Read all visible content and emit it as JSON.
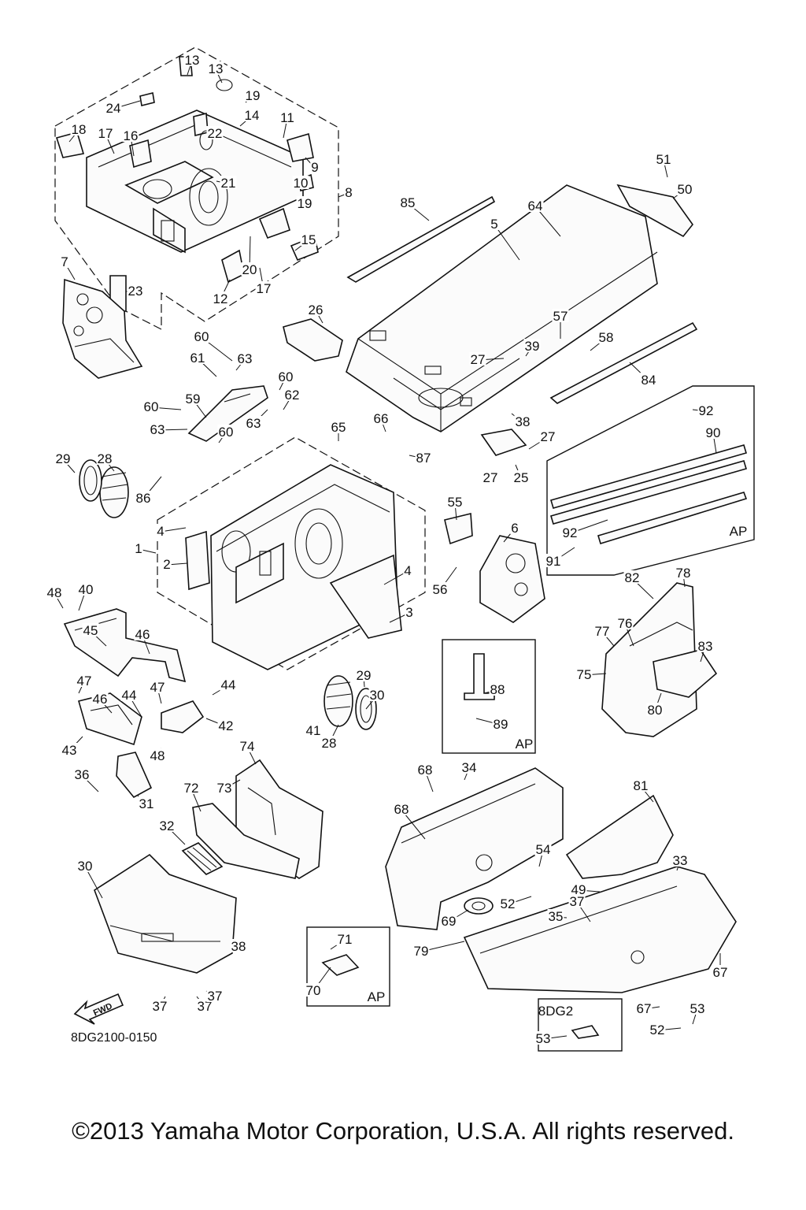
{
  "diagram": {
    "title": "",
    "diagram_code": "8DG2100-0150",
    "fwd_label": "FWD",
    "callouts": [
      "1",
      "2",
      "3",
      "4",
      "4",
      "5",
      "6",
      "7",
      "8",
      "9",
      "10",
      "11",
      "12",
      "13",
      "13",
      "14",
      "15",
      "16",
      "17",
      "17",
      "18",
      "19",
      "19",
      "20",
      "21",
      "22",
      "23",
      "24",
      "25",
      "26",
      "27",
      "27",
      "27",
      "28",
      "28",
      "29",
      "29",
      "30",
      "30",
      "31",
      "32",
      "33",
      "34",
      "35",
      "36",
      "37",
      "37",
      "37",
      "37",
      "38",
      "38",
      "39",
      "40",
      "41",
      "42",
      "43",
      "44",
      "44",
      "45",
      "46",
      "46",
      "47",
      "47",
      "48",
      "48",
      "49",
      "50",
      "51",
      "52",
      "52",
      "53",
      "53",
      "54",
      "55",
      "56",
      "57",
      "58",
      "59",
      "60",
      "60",
      "60",
      "60",
      "61",
      "62",
      "63",
      "63",
      "63",
      "64",
      "65",
      "66",
      "67",
      "67",
      "68",
      "68",
      "69",
      "70",
      "71",
      "72",
      "73",
      "74",
      "75",
      "76",
      "77",
      "78",
      "79",
      "80",
      "81",
      "82",
      "83",
      "84",
      "85",
      "86",
      "87",
      "88",
      "89",
      "90",
      "91",
      "92",
      "92"
    ],
    "inset_boxes": [
      {
        "label": "AP",
        "parts": [
          "90",
          "91",
          "92"
        ]
      },
      {
        "label": "AP",
        "parts": [
          "88",
          "89"
        ]
      },
      {
        "label": "AP",
        "parts": [
          "70",
          "71"
        ]
      },
      {
        "label": "8DG2",
        "parts": [
          "53"
        ]
      }
    ]
  },
  "footer": {
    "copyright": "©2013 Yamaha Motor Corporation, U.S.A. All rights reserved."
  }
}
